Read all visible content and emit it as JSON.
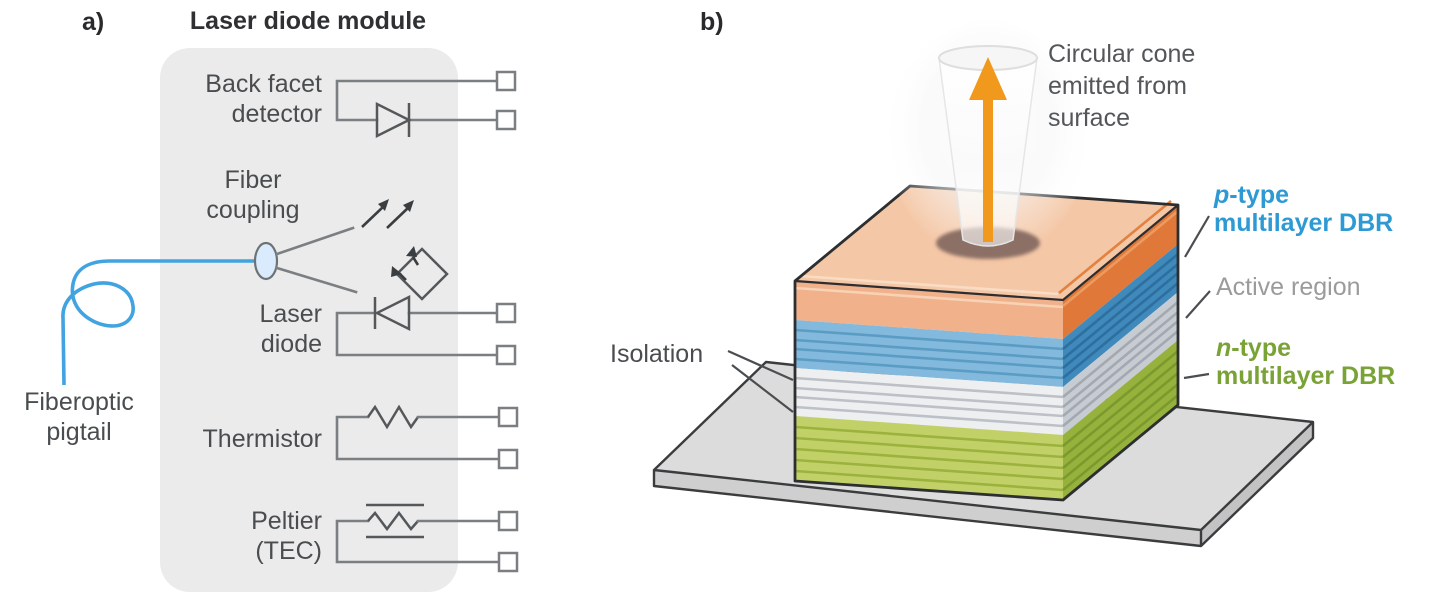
{
  "panel_a": {
    "tag": "a)",
    "title": "Laser diode module",
    "components": {
      "back_facet": {
        "line1": "Back facet",
        "line2": "detector"
      },
      "fiber_coupling": {
        "line1": "Fiber",
        "line2": "coupling"
      },
      "laser_diode": {
        "line1": "Laser",
        "line2": "diode"
      },
      "thermistor": {
        "line1": "Thermistor"
      },
      "peltier": {
        "line1": "Peltier",
        "line2": "(TEC)"
      }
    },
    "pigtail": {
      "line1": "Fiberoptic",
      "line2": "pigtail"
    }
  },
  "panel_b": {
    "tag": "b)",
    "cone_label": {
      "line1": "Circular cone",
      "line2": "emitted from",
      "line3": "surface"
    },
    "labels": {
      "p_type": {
        "prefix": "p",
        "suffix": "-type",
        "line2": "multilayer DBR"
      },
      "active": {
        "text": "Active region"
      },
      "n_type": {
        "prefix": "n",
        "suffix": "-type",
        "line2": "multilayer DBR"
      },
      "isolation": {
        "text": "Isolation"
      }
    }
  },
  "colors": {
    "panel_bg": "#ebebeb",
    "wire_gray": "#7b7f82",
    "fiber_blue": "#41a3e0",
    "lens_fill": "#d9ebfc",
    "text_gray": "#4a4d4f",
    "p_type_blue": "#2e9ad4",
    "active_gray": "#9b9b9b",
    "n_type_green": "#7aa337",
    "top_salmon": "#f4c7a6",
    "front_salmon": "#f0b18b",
    "front_blue": "#82b9dc",
    "front_white": "#edeff1",
    "front_green": "#c1d168",
    "right_orange": "#df7839",
    "right_blue": "#4089bb",
    "right_gray": "#c7ccd2",
    "right_green": "#96b23d",
    "base_top": "#dcdcdc",
    "base_front": "#cfcfcf",
    "base_right": "#c3c3c3",
    "aperture_brown": "#8c7065",
    "arrow_orange": "#f0991c"
  }
}
